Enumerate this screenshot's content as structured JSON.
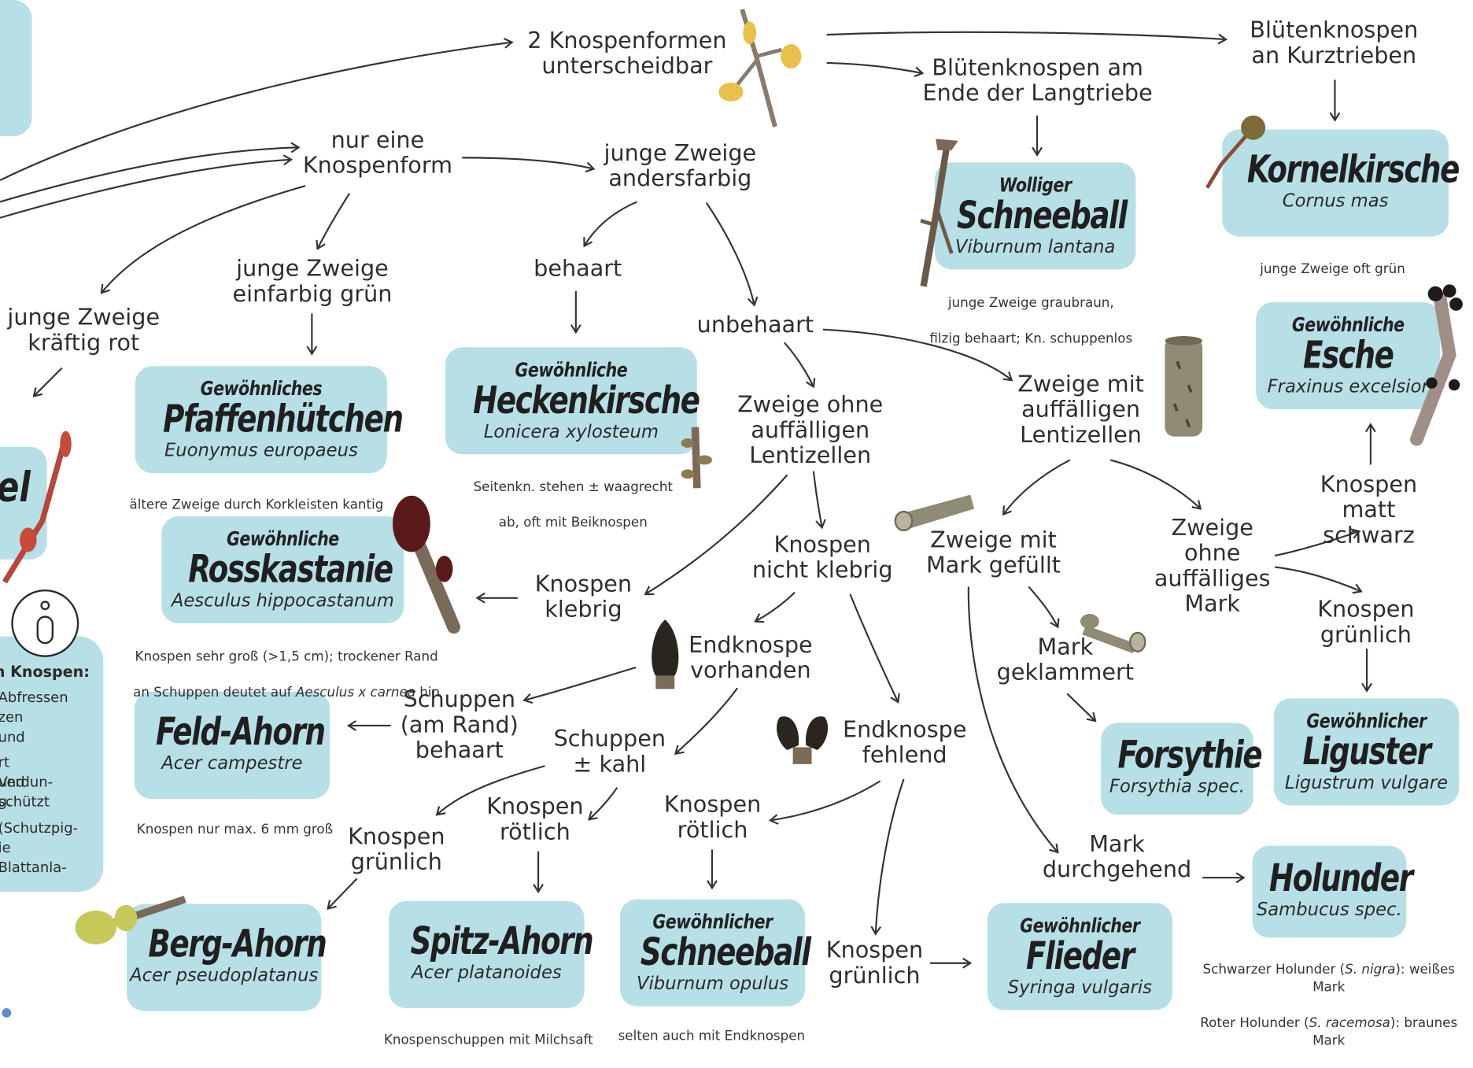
{
  "title": "",
  "nodes": {
    "two_bud_forms": "2 Knospenformen\nunterscheidbar",
    "flower_buds_long": "Blütenknospen am\nEnde der Langtriebe",
    "flower_buds_short": "Blütenknospen\nan Kurztrieben",
    "one_bud_form": "nur eine\nKnospenform",
    "young_twigs_diff_color": "junge Zweige\nandersfarbig",
    "young_twigs_red": "junge Zweige\nkräftig rot",
    "young_twigs_green": "junge Zweige\neinfarbig grün",
    "hairy": "behaart",
    "hairless": "unbehaart",
    "twigs_without_lenticels": "Zweige ohne\nauffälligen\nLentizellen",
    "twigs_with_lenticels": "Zweige mit\nauffälligen\nLentizellen",
    "buds_matte_black": "Knospen\nmatt schwarz",
    "buds_sticky": "Knospen\nklebrig",
    "buds_not_sticky": "Knospen\nnicht klebrig",
    "twigs_pith_filled": "Zweige mit\nMark gefüllt",
    "twigs_no_pith": "Zweige\nohne\nauffälliges\nMark",
    "buds_greenish_right": "Knospen\ngrünlich",
    "terminal_bud_present": "Endknospe\nvorhanden",
    "pith_chambered": "Mark\ngeklammert",
    "scales_hairy": "Schuppen\n(am Rand)\nbehaart",
    "scales_glabrous": "Schuppen\n± kahl",
    "terminal_bud_missing": "Endknospe\nfehlend",
    "buds_greenish_left": "Knospen\ngrünlich",
    "buds_reddish_mid": "Knospen\nrötlich",
    "buds_reddish_right": "Knospen\nrötlich",
    "pith_continuous": "Mark\ndurchgehend",
    "buds_greenish_bottom": "Knospen\ngrünlich"
  },
  "species": {
    "wolliger_schneeball": {
      "pre": "Wolliger",
      "main": "Schneeball",
      "latin": "Viburnum lantana"
    },
    "kornelkirsche": {
      "pre": "",
      "main": "Kornelkirsche",
      "latin": "Cornus mas"
    },
    "esche": {
      "pre": "Gewöhnliche",
      "main": "Esche",
      "latin": "Fraxinus excelsior"
    },
    "pfaffenhuetchen": {
      "pre": "Gewöhnliches",
      "main": "Pfaffenhütchen",
      "latin": "Euonymus europaeus"
    },
    "heckenkirsche": {
      "pre": "Gewöhnliche",
      "main": "Heckenkirsche",
      "latin": "Lonicera xylosteum"
    },
    "rosskastanie": {
      "pre": "Gewöhnliche",
      "main": "Rosskastanie",
      "latin": "Aesculus hippocastanum"
    },
    "feld_ahorn": {
      "pre": "",
      "main": "Feld-Ahorn",
      "latin": "Acer campestre"
    },
    "forsythie": {
      "pre": "",
      "main": "Forsythie",
      "latin": "Forsythia spec."
    },
    "liguster": {
      "pre": "Gewöhnlicher",
      "main": "Liguster",
      "latin": "Ligustrum vulgare"
    },
    "holunder": {
      "pre": "",
      "main": "Holunder",
      "latin": "Sambucus spec."
    },
    "berg_ahorn": {
      "pre": "",
      "main": "Berg-Ahorn",
      "latin": "Acer pseudoplatanus"
    },
    "spitz_ahorn": {
      "pre": "",
      "main": "Spitz-Ahorn",
      "latin": "Acer platanoides"
    },
    "gew_schneeball": {
      "pre": "Gewöhnlicher",
      "main": "Schneeball",
      "latin": "Viburnum opulus"
    },
    "flieder": {
      "pre": "Gewöhnlicher",
      "main": "Flieder",
      "latin": "Syringa vulgaris"
    }
  },
  "notes": {
    "wolliger_schneeball": [
      "junge Zweige graubraun,",
      "filzig behaart; Kn. schuppenlos"
    ],
    "kornelkirsche": [
      "junge Zweige oft grün"
    ],
    "pfaffenhuetchen": [
      "ältere Zweige durch Korkleisten kantig"
    ],
    "heckenkirsche": [
      "Seitenkn. stehen ± waagrecht",
      "ab, oft mit Beiknospen"
    ],
    "rosskastanie_line1": "Knospen sehr groß (>1,5 cm); trockener Rand",
    "rosskastanie_line2_a": "an Schuppen deutet auf ",
    "rosskastanie_line2_em": "Aesculus x carnea",
    "rosskastanie_line2_b": " hin",
    "feld_ahorn": [
      "Knospen nur max. 6 mm groß"
    ],
    "spitz_ahorn": [
      "Knospenschuppen mit Milchsaft"
    ],
    "gew_schneeball": [
      "selten auch mit Endknospen"
    ],
    "holunder_l1_a": "Schwarzer Holunder (",
    "holunder_l1_em": "S. nigra",
    "holunder_l1_b": "): weißes Mark",
    "holunder_l2_a": "Roter Holunder (",
    "holunder_l2_em": "S. racemosa",
    "holunder_l2_b": "): braunes Mark"
  },
  "left_panel": {
    "heading": "n Knospen:",
    "lines": [
      "Abfressen",
      "zen und",
      "",
      "rt Verdun-",
      "und schützt",
      "g.",
      "(Schutzpig-",
      "ie Blattanla-"
    ],
    "cut_title": "el"
  }
}
